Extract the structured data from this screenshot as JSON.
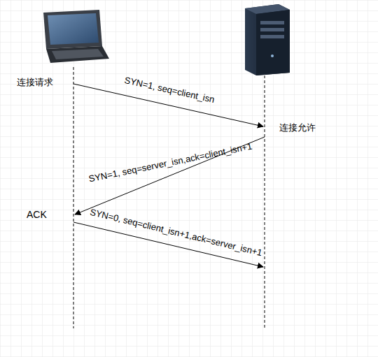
{
  "diagram": {
    "labels": [
      "连接请求",
      "SYN=1,   seq=client_isn",
      "连接允许",
      "SYN=1, seq=server_isn,ack=client_isn+1",
      "ACK",
      "SYN=0, seq=client_isn+1,ack=server_isn+1"
    ]
  }
}
